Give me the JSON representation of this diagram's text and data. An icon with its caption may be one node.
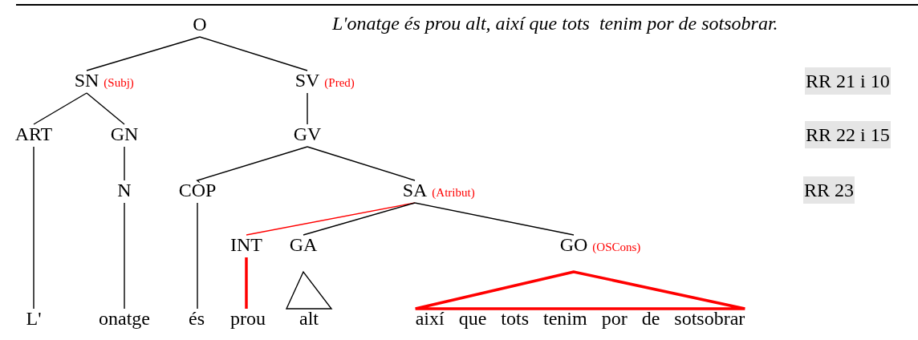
{
  "diagram": {
    "nodes": [
      {
        "text": [
          "O"
        ]
      },
      {
        "text": [
          "SN"
        ],
        "beside": [
          "(Subj)"
        ]
      },
      {
        "text": [
          "SV"
        ],
        "beside": [
          "(Pred)"
        ]
      },
      {
        "text": [
          "ART"
        ]
      },
      {
        "text": [
          "GN"
        ]
      },
      {
        "text": [
          "GV"
        ]
      },
      {
        "text": [
          "N"
        ]
      },
      {
        "text": [
          "CÒP"
        ]
      },
      {
        "text": [
          "SA"
        ],
        "beside": [
          "(Atribut)"
        ]
      },
      {
        "text": [
          "INT"
        ]
      },
      {
        "text": [
          "GA"
        ]
      },
      {
        "text": [
          "GO"
        ],
        "beside": [
          "(OSCons)"
        ]
      },
      {
        "text": [
          "L'"
        ]
      },
      {
        "text": [
          "onatge"
        ]
      },
      {
        "text": [
          "és"
        ]
      },
      {
        "text": [
          "prou"
        ]
      },
      {
        "text": [
          "alt"
        ]
      },
      {
        "text": [
          "així que tots tenim por de sotsobrar"
        ]
      }
    ],
    "edges": [
      {
        "from": 0,
        "to": 1,
        "arrow": "none"
      },
      {
        "from": 0,
        "to": 2,
        "arrow": "none"
      },
      {
        "from": 1,
        "to": 3,
        "arrow": "none"
      },
      {
        "from": 1,
        "to": 4,
        "arrow": "none"
      },
      {
        "from": 2,
        "to": 5,
        "arrow": "none"
      },
      {
        "from": 4,
        "to": 6,
        "arrow": "none"
      },
      {
        "from": 5,
        "to": 7,
        "arrow": "none"
      },
      {
        "from": 5,
        "to": 8,
        "arrow": "none"
      },
      {
        "from": 8,
        "to": 9,
        "arrow": "none",
        "color": "#ff0000"
      },
      {
        "from": 8,
        "to": 10,
        "arrow": "none"
      },
      {
        "from": 8,
        "to": 11,
        "arrow": "none"
      },
      {
        "from": 3,
        "to": 12,
        "arrow": "none"
      },
      {
        "from": 6,
        "to": 13,
        "arrow": "none"
      },
      {
        "from": 7,
        "to": 14,
        "arrow": "none"
      },
      {
        "from": 9,
        "to": 15,
        "arrow": "none",
        "style": "thick",
        "color": "#ff0000"
      },
      {
        "from": 10,
        "to": 16,
        "arrow": "none"
      },
      {
        "from": 11,
        "to": 17,
        "arrow": "none",
        "style": "thick",
        "color": "#ff0000"
      }
    ],
    "labels": [
      "L'onatge és prou alt, així que tots  tenim por de sotsobrar.",
      "RR 21 i 10",
      "RR 22 i 15",
      "RR 23"
    ]
  }
}
